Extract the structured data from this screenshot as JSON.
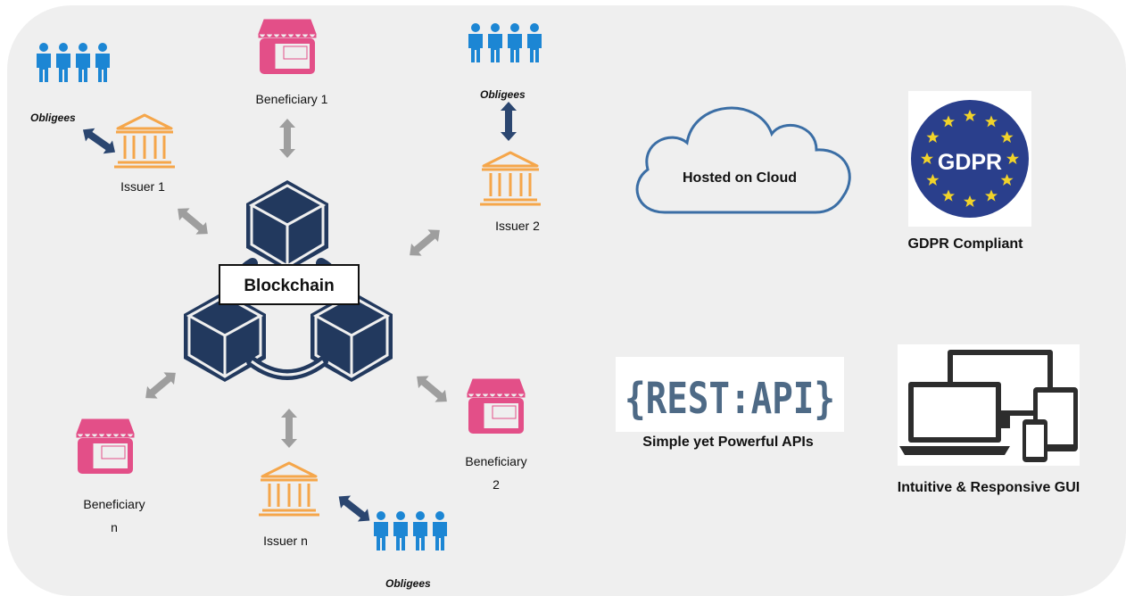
{
  "colors": {
    "panel": "#efefef",
    "blockchain": "#22395e",
    "people": "#1c86d4",
    "shop": "#e34f88",
    "bank": "#f5a64a",
    "arrow_grey": "#9e9e9e",
    "arrow_dark": "#2b4670",
    "cloud_stroke": "#3b6ea5",
    "gdpr_bg": "#2a3f8c",
    "gdpr_star": "#f1d32a",
    "rest_text": "#4e6a86"
  },
  "center": {
    "label": "Blockchain",
    "icon": "blockchain-cubes-icon"
  },
  "beneficiaries": [
    {
      "id": "b1",
      "label": "Beneficiary 1",
      "icon": "storefront-icon"
    },
    {
      "id": "b2",
      "label_lines": [
        "Beneficiary",
        "2"
      ],
      "icon": "storefront-icon"
    },
    {
      "id": "bn",
      "label_lines": [
        "Beneficiary",
        "n"
      ],
      "icon": "storefront-icon"
    }
  ],
  "issuers": [
    {
      "id": "i1",
      "label": "Issuer 1",
      "icon": "bank-icon"
    },
    {
      "id": "i2",
      "label": "Issuer 2",
      "icon": "bank-icon"
    },
    {
      "id": "in",
      "label": "Issuer n",
      "icon": "bank-icon"
    }
  ],
  "obligees": [
    {
      "id": "o1",
      "label": "Obligees",
      "icon": "people-group-icon"
    },
    {
      "id": "o2",
      "label": "Obligees",
      "icon": "people-group-icon"
    },
    {
      "id": "on",
      "label": "Obligees",
      "icon": "people-group-icon"
    }
  ],
  "features": {
    "cloud": {
      "label": "Hosted on Cloud",
      "icon": "cloud-icon"
    },
    "gdpr": {
      "badge_text": "GDPR",
      "label": "GDPR Compliant",
      "icon": "eu-stars-icon"
    },
    "api": {
      "logo_text": "{REST:API}",
      "label": "Simple yet Powerful APIs"
    },
    "gui": {
      "label": "Intuitive & Responsive GUI",
      "icon": "devices-icon"
    }
  }
}
